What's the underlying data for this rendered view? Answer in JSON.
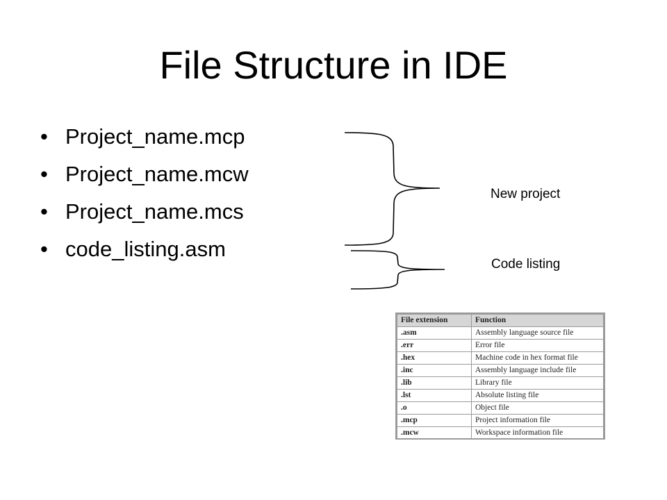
{
  "slide": {
    "title": "File Structure in IDE",
    "bullets": [
      "Project_name.mcp",
      "Project_name.mcw",
      "Project_name.mcs",
      "code_listing.asm"
    ],
    "bullet_glyph": "•"
  },
  "annotations": {
    "new_project": "New project",
    "code_listing": "Code listing"
  },
  "extension_table": {
    "headers": [
      "File extension",
      "Function"
    ],
    "rows": [
      [
        ".asm",
        "Assembly language source file"
      ],
      [
        ".err",
        "Error file"
      ],
      [
        ".hex",
        "Machine code in hex format file"
      ],
      [
        ".inc",
        "Assembly language include file"
      ],
      [
        ".lib",
        "Library file"
      ],
      [
        ".lst",
        "Absolute listing file"
      ],
      [
        ".o",
        "Object file"
      ],
      [
        ".mcp",
        "Project information file"
      ],
      [
        ".mcw",
        "Workspace information file"
      ]
    ]
  }
}
